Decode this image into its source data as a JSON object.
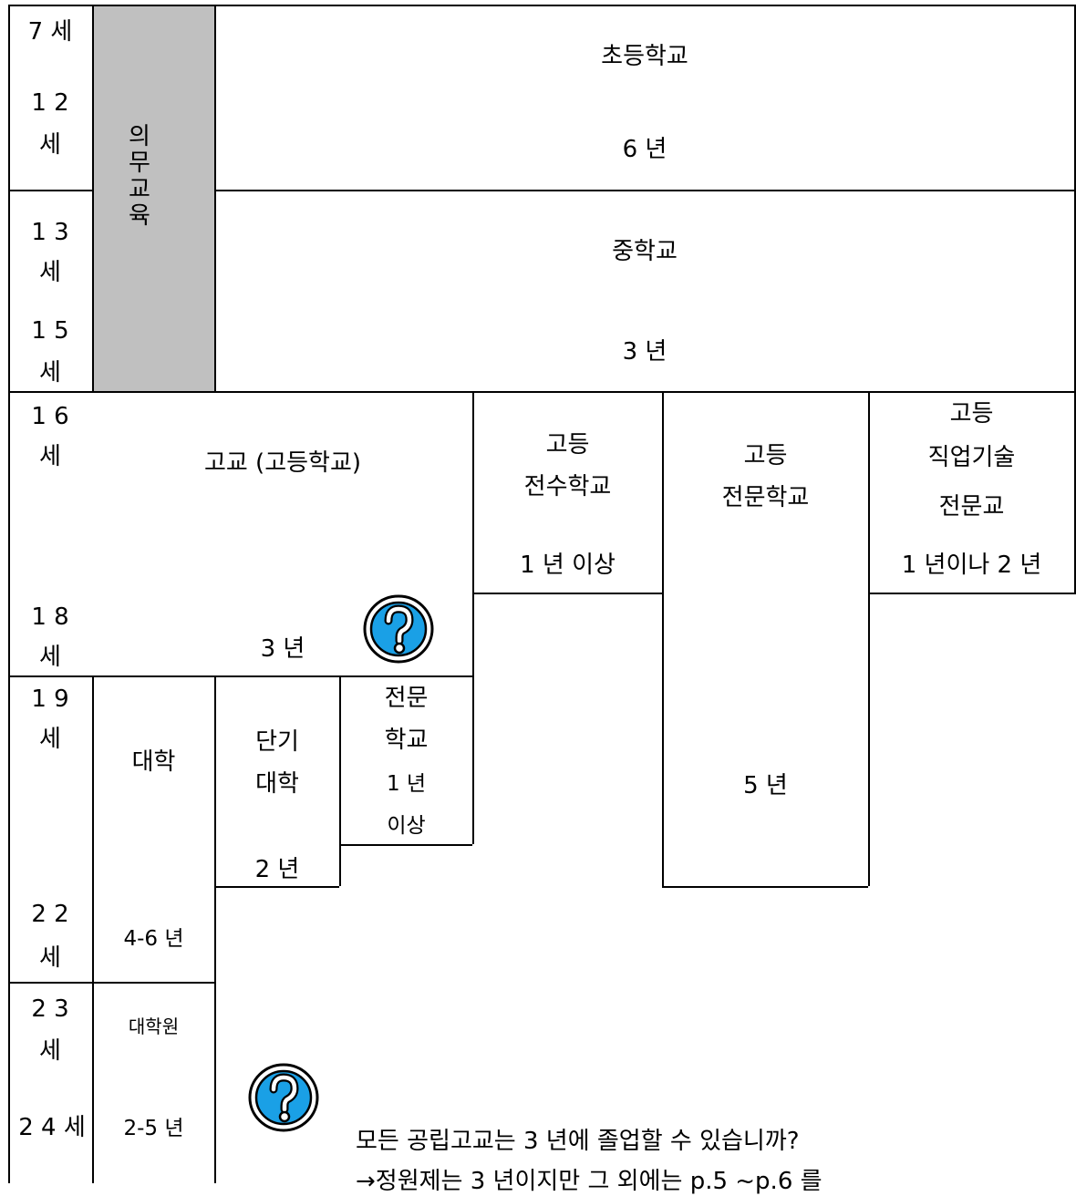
{
  "ages": {
    "a7": "7 세",
    "a12a": "1 2",
    "a12b": "세",
    "a13a": "1 3",
    "a13b": "세",
    "a15a": "1 5",
    "a15b": "세",
    "a16a": "1 6",
    "a16b": "세",
    "a18a": "1 8",
    "a18b": "세",
    "a19a": "1 9",
    "a19b": "세",
    "a22a": "2 2",
    "a22b": "세",
    "a23a": "2 3",
    "a23b": "세",
    "a24": "2 4 세"
  },
  "compulsory": {
    "chars": [
      "의",
      "무",
      "교",
      "육"
    ]
  },
  "elementary": {
    "name": "초등학교",
    "years": "6 년"
  },
  "middle": {
    "name": "중학교",
    "years": "3 년"
  },
  "high_school": {
    "name": "고교 (고등학교)",
    "years": "3 년"
  },
  "senshu": {
    "line1": "고등",
    "line2": "전수학교",
    "years": "1 년 이상"
  },
  "senmon_high": {
    "line1": "고등",
    "line2": "전문학교",
    "years": "5 년"
  },
  "vocational": {
    "line1": "고등",
    "line2": "직업기술",
    "line3": "전문교",
    "years": "1 년이나 2 년"
  },
  "university": {
    "name": "대학",
    "years": "4-6 년"
  },
  "junior_college": {
    "line1": "단기",
    "line2": "대학",
    "years": "2 년"
  },
  "professional_school": {
    "line1": "전문",
    "line2": "학교",
    "line3": "1 년",
    "line4": "이상"
  },
  "graduate": {
    "name": "대학원",
    "years": "2-5 년"
  },
  "note": {
    "question": "모든 공립고교는 3 년에 졸업할 수 있습니까?",
    "answer": "→정원제는 3 년이지만 그 외에는 p.5 ~p.6 를"
  },
  "icons": {
    "question_icon": "question-mark-circle-icon",
    "icon_color": "#1aa0e6"
  }
}
